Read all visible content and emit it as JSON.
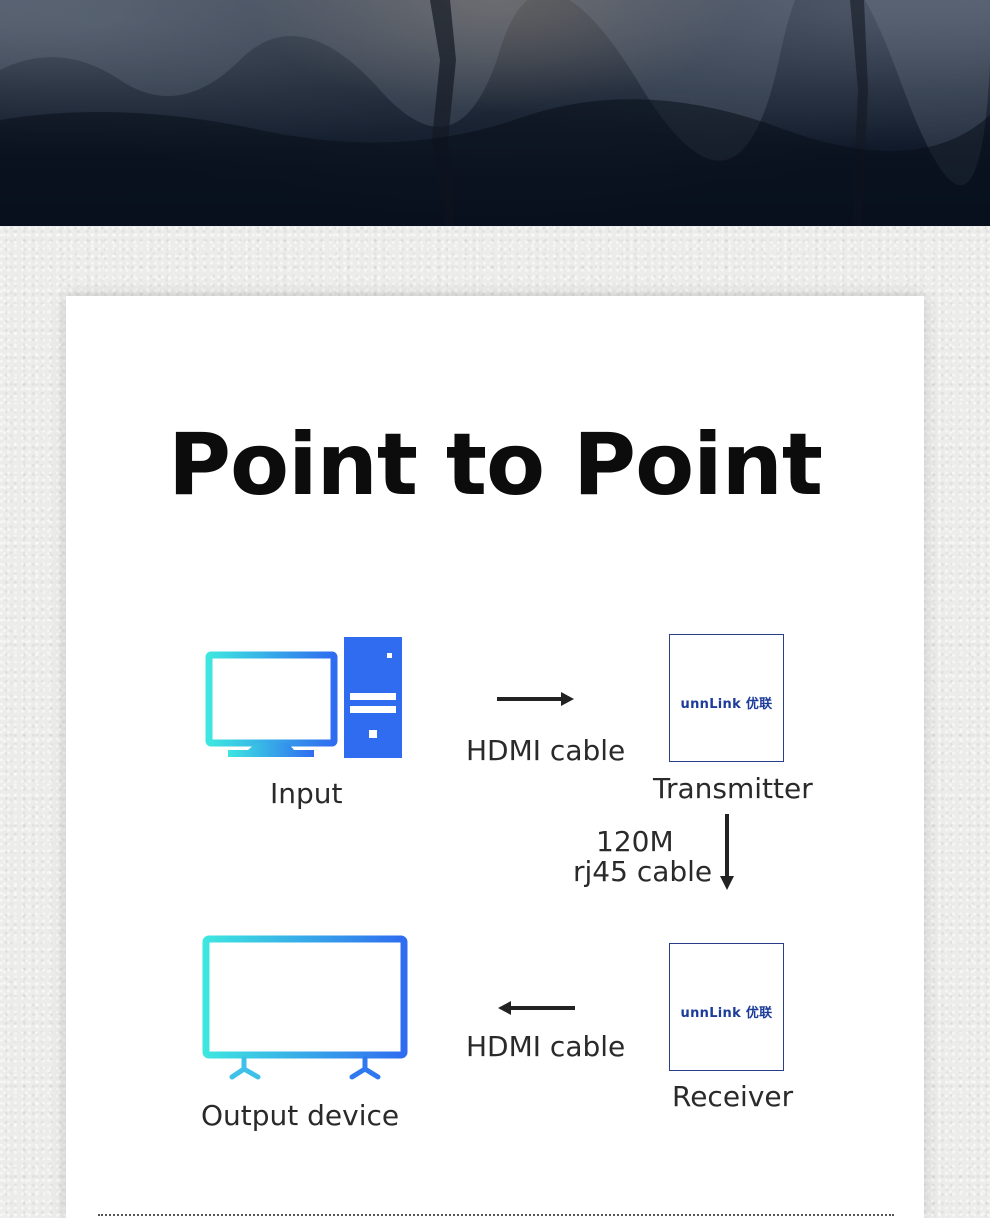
{
  "title": "Point to Point",
  "nodes": {
    "input": {
      "label": "Input",
      "icon": "desktop-computer-icon"
    },
    "transmitter": {
      "label": "Transmitter",
      "logo": "unnLink 优联"
    },
    "receiver": {
      "label": "Receiver",
      "logo": "unnLink 优联"
    },
    "output": {
      "label": "Output device",
      "icon": "tv-monitor-icon"
    }
  },
  "connections": {
    "input_to_transmitter": {
      "label": "HDMI cable"
    },
    "transmitter_to_receiver": {
      "line1": "120M",
      "line2": "rj45 cable"
    },
    "receiver_to_output": {
      "label": "HDMI cable"
    }
  },
  "colors": {
    "icon_gradient_start": "#3ee6e0",
    "icon_gradient_end": "#2f6cf0",
    "logo_blue": "#1d3c9a",
    "arrow": "#222222"
  }
}
